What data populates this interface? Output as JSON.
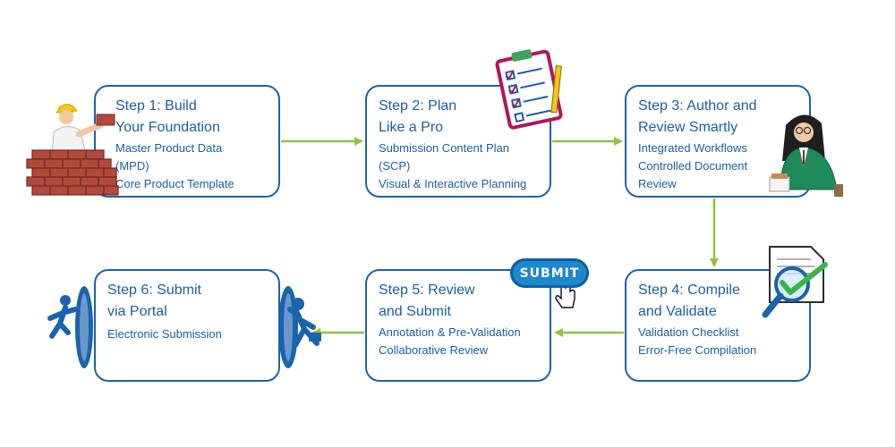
{
  "steps": [
    {
      "title_1": "Step 1: Build",
      "title_2": "Your Foundation",
      "items": [
        "Master Product Data",
        "(MPD)",
        "Core Product Template"
      ]
    },
    {
      "title_1": "Step 2: Plan",
      "title_2": "Like a Pro",
      "items": [
        "Submission Content Plan",
        "(SCP)",
        "Visual & Interactive Planning"
      ]
    },
    {
      "title_1": "Step 3: Author and",
      "title_2": "Review Smartly",
      "items": [
        "Integrated Workflows",
        "Controlled Document",
        "Review"
      ]
    },
    {
      "title_1": "Step 4: Compile",
      "title_2": "and Validate",
      "items": [
        "Validation Checklist",
        "Error-Free Compilation"
      ]
    },
    {
      "title_1": "Step 5: Review",
      "title_2": "and Submit",
      "items": [
        "Annotation & Pre-Validation",
        "Collaborative Review"
      ]
    },
    {
      "title_1": "Step 6: Submit",
      "title_2": "via Portal",
      "items": [
        "Electronic Submission"
      ]
    }
  ],
  "submit_button": {
    "label": "SUBMIT"
  },
  "colors": {
    "box_border": "#1a63ad",
    "text": "#1a5fa6",
    "arrow": "#8dc63f",
    "button": "#1d87cf"
  },
  "icons": [
    "construction-worker-brick-wall-icon",
    "clipboard-checklist-icon",
    "business-woman-reading-icon",
    "document-magnifier-check-icon",
    "submit-button-cursor-icon",
    "running-man-portal-icon"
  ]
}
